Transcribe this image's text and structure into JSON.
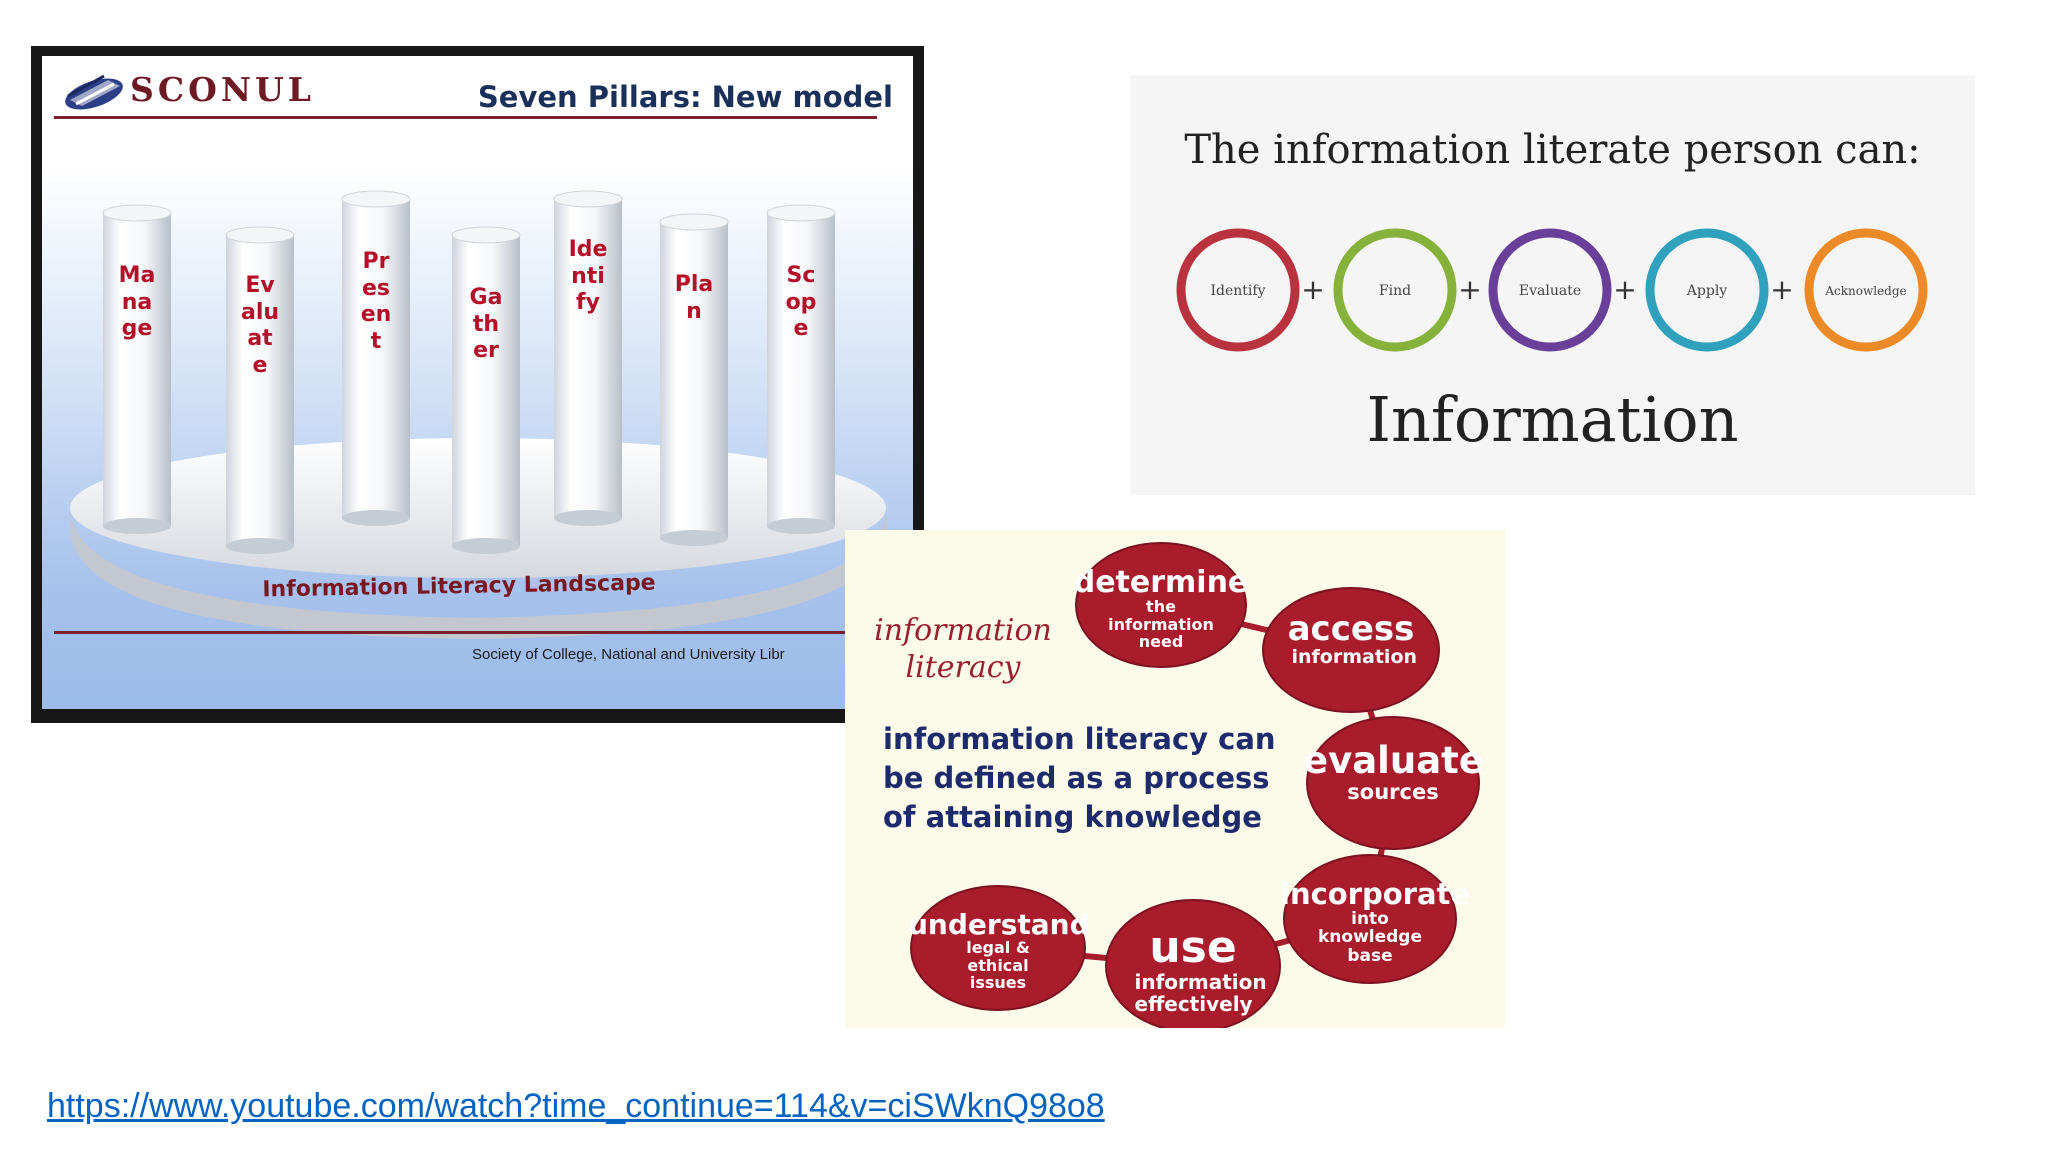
{
  "sconul": {
    "logo_text": "SCONUL",
    "title": "Seven Pillars: New model",
    "pillars": [
      "Manage",
      "Evaluate",
      "Present",
      "Gather",
      "Identify",
      "Plan",
      "Scope"
    ],
    "landscape_label": "Information Literacy Landscape",
    "footer": "Society of College, National and University Libr",
    "colors": {
      "accent": "#7a1f2c",
      "pillar_text": "#b3102a",
      "title": "#1a2f5a"
    }
  },
  "literate": {
    "heading": "The information literate person can:",
    "steps": [
      {
        "label": "Identify",
        "color": "#b8333d"
      },
      {
        "label": "Find",
        "color": "#86b23b"
      },
      {
        "label": "Evaluate",
        "color": "#6a3f99"
      },
      {
        "label": "Apply",
        "color": "#2fa1bd"
      },
      {
        "label": "Acknowledge",
        "color": "#ec8a27"
      }
    ],
    "operator": "+",
    "footer": "Information"
  },
  "cycle": {
    "script_title": "information literacy",
    "definition": "information literacy can be defined as a process of attaining knowledge",
    "bubble_color": "#a81c2c",
    "steps": [
      {
        "main": "determine",
        "sub": "the information need"
      },
      {
        "main": "access",
        "sub": "information"
      },
      {
        "main": "evaluate",
        "sub": "sources"
      },
      {
        "main": "incorporate",
        "sub": "into knowledge base"
      },
      {
        "main": "use",
        "sub": "information effectively"
      },
      {
        "main": "understand",
        "sub": "legal & ethical issues"
      }
    ]
  },
  "link": {
    "text": "https://www.youtube.com/watch?time_continue=114&v=ciSWknQ98o8"
  }
}
